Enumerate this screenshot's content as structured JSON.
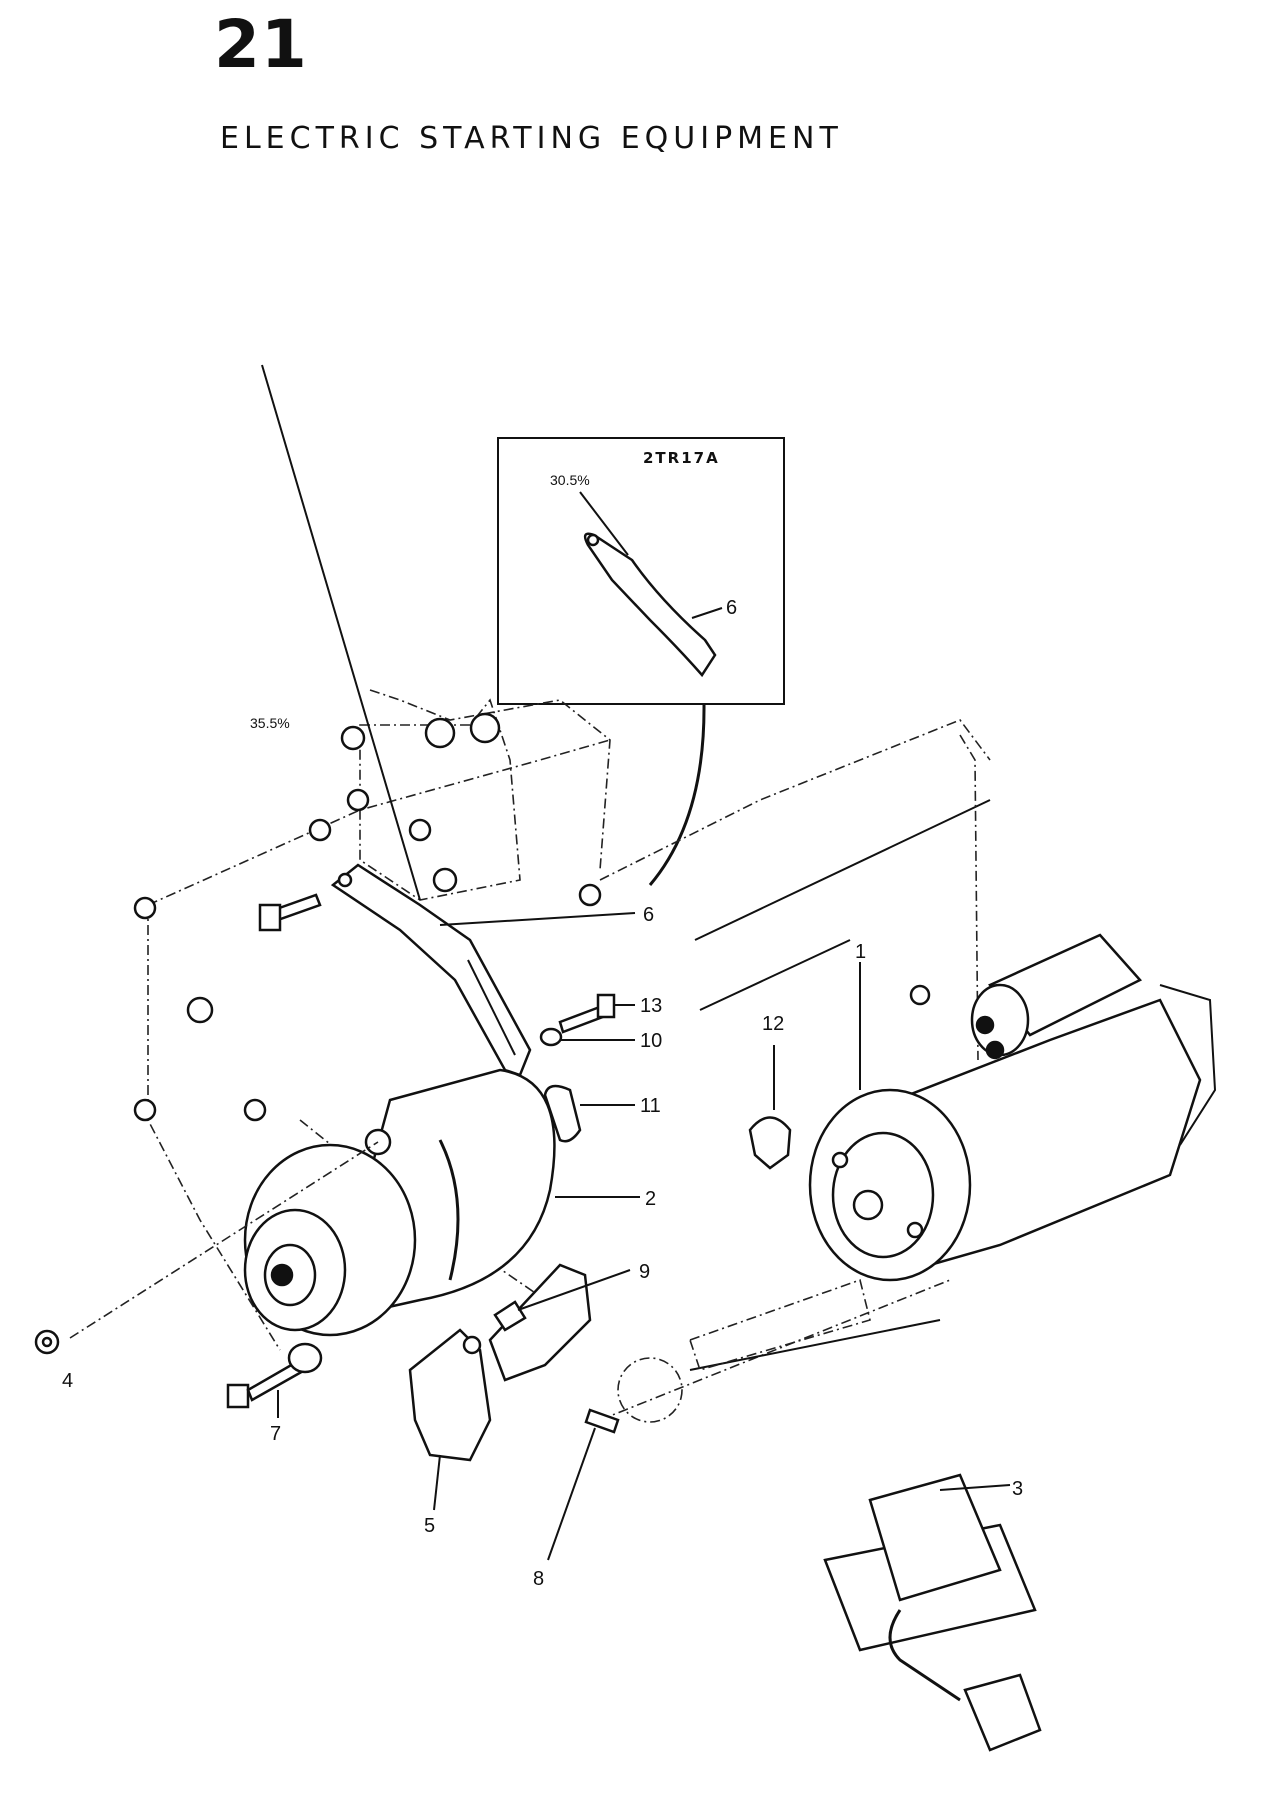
{
  "header": {
    "page_number": "21",
    "title": "ELECTRIC STARTING EQUIPMENT"
  },
  "inset": {
    "code": "2TR17A",
    "percent": "30.5%",
    "callout": "6"
  },
  "main_percent": "35.5%",
  "callouts": {
    "starter": "1",
    "alternator": "2",
    "regulator": "3",
    "nut": "4",
    "lower_bracket": "5",
    "adjusting_link": "6",
    "bolt_7": "7",
    "bolt_8": "8",
    "nut_9": "9",
    "washer": "10",
    "fitting_11": "11",
    "cap_12": "12",
    "bolt_13": "13"
  }
}
